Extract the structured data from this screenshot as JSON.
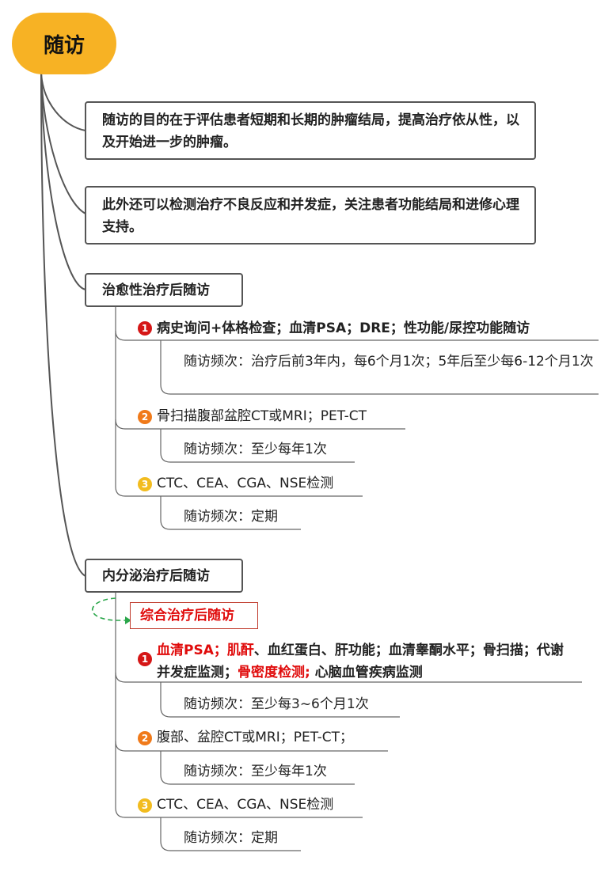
{
  "root": {
    "title": "随访"
  },
  "notes": [
    "随访的目的在于评估患者短期和长期的肿瘤结局，提高治疗依从性，以及开始进一步的肿瘤。",
    "此外还可以检测治疗不良反应和并发症，关注患者功能结局和进修心理支持。"
  ],
  "curative": {
    "title": "治愈性治疗后随访",
    "items": [
      {
        "index": "1",
        "text": "病史询问+体格检查；血清PSA；DRE；性功能/尿控功能随访",
        "freq": "随访频次：治疗后前3年内，每6个月1次；5年后至少每6-12个月1次"
      },
      {
        "index": "2",
        "text": "骨扫描腹部盆腔CT或MRI；PET-CT",
        "freq": "随访频次：至少每年1次"
      },
      {
        "index": "3",
        "text": "CTC、CEA、CGA、NSE检测",
        "freq": "随访频次：定期"
      }
    ]
  },
  "endocrine": {
    "title": "内分泌治疗后随访",
    "combined_label": "综合治疗后随访",
    "item1": {
      "index": "1",
      "part_a": "血清PSA；肌酐",
      "part_b": "、血红蛋白、肝功能；血清睾酮水平；骨扫描；代谢并发症监测；",
      "part_c": "骨密度检测;",
      "part_d": " 心脑血管疾病监测",
      "freq": "随访频次：至少每3~6个月1次"
    },
    "items": [
      {
        "index": "2",
        "text": "腹部、盆腔CT或MRI；PET-CT；",
        "freq": "随访频次：至少每年1次"
      },
      {
        "index": "3",
        "text": "CTC、CEA、CGA、NSE检测",
        "freq": "随访频次：定期"
      }
    ]
  },
  "colors": {
    "root": "#f7b224",
    "badge1": "#d51616",
    "badge2": "#f07a1a",
    "badge3": "#f2bc1f",
    "highlight": "#e00b0b",
    "relation": "#2aa64a"
  }
}
